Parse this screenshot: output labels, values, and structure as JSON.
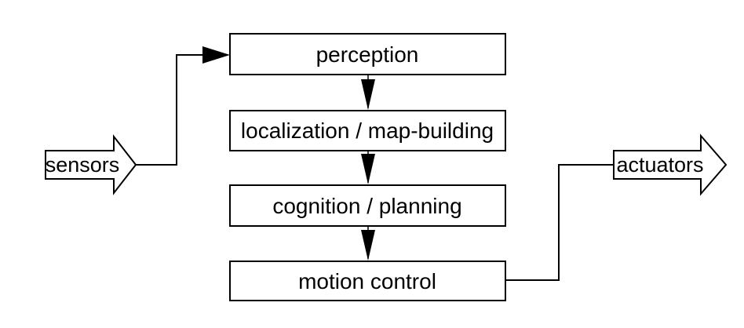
{
  "diagram": {
    "colors": {
      "background": "#ffffff",
      "line": "#000000",
      "box_fill": "#ffffff",
      "text": "#000000"
    },
    "input_arrow": {
      "label": "sensors"
    },
    "output_arrow": {
      "label": "actuators"
    },
    "boxes": [
      {
        "label": "perception"
      },
      {
        "label": "localization / map-building"
      },
      {
        "label": "cognition / planning"
      },
      {
        "label": "motion control"
      }
    ]
  }
}
